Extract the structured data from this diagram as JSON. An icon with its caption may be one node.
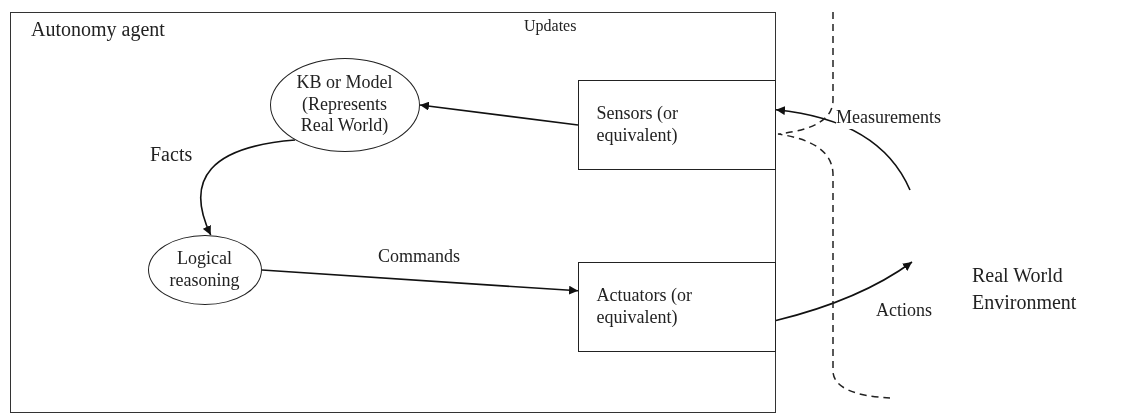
{
  "diagram": {
    "nodes": [
      {
        "text": [
          "Autonomy agent"
        ]
      },
      {
        "text": [
          "KB or Model (Represents Real World)"
        ],
        "in": 0
      },
      {
        "text": [
          "Sensors (or equivalent)"
        ],
        "in": 0
      },
      {
        "text": [
          "Logical reasoning"
        ],
        "in": 0
      },
      {
        "text": [
          "Actuators (or equivalent)"
        ],
        "in": 0
      }
    ],
    "edges": [
      {
        "from": 2,
        "to": 1,
        "arrow": "to"
      },
      {
        "from": 1,
        "to": 3,
        "arrow": "to",
        "label": "Facts"
      },
      {
        "from": 3,
        "to": 4,
        "arrow": "to",
        "label": "Commands"
      },
      {
        "from": null,
        "to": 2,
        "arrow": "to",
        "label": "Measurements"
      },
      {
        "from": 4,
        "to": null,
        "arrow": "to",
        "label": "Actions"
      }
    ],
    "labels": [
      "Updates",
      "Real World Environment"
    ]
  }
}
